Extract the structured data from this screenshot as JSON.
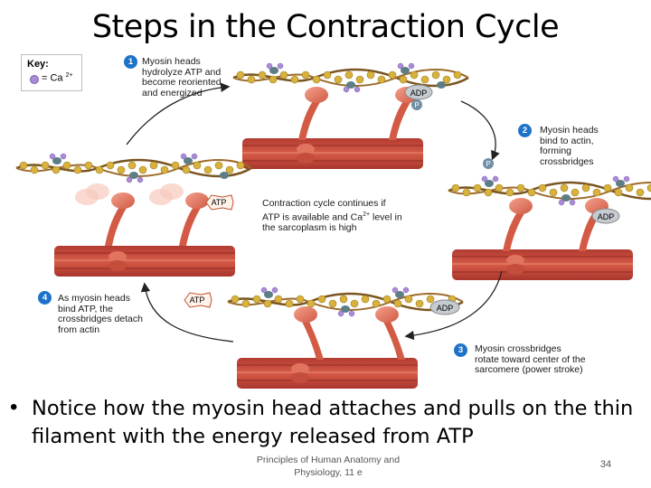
{
  "slide": {
    "title": "Steps in the Contraction Cycle",
    "bullet": "Notice how the myosin head attaches and pulls on the thin filament with the energy released from ATP",
    "footer_line1": "Principles of Human Anatomy and",
    "footer_line2": "Physiology, 11 e",
    "page_number": "34"
  },
  "key": {
    "title": "Key:",
    "item": "= Ca",
    "item_sup": "2+"
  },
  "steps": [
    {
      "number": "1",
      "lines": [
        "Myosin heads",
        "hydrolyze ATP and",
        "become reoriented",
        "and energized"
      ]
    },
    {
      "number": "2",
      "lines": [
        "Myosin heads",
        "bind to actin,",
        "forming",
        "crossbridges"
      ]
    },
    {
      "number": "3",
      "lines": [
        "Myosin crossbridges",
        "rotate toward center of the",
        "sarcomere (power stroke)"
      ]
    },
    {
      "number": "4",
      "lines": [
        "As myosin heads",
        "bind ATP, the",
        "crossbridges detach",
        "from actin"
      ]
    }
  ],
  "center_text": {
    "line1": "Contraction cycle continues if",
    "line2a": "ATP is available and Ca",
    "line2_sup": "2+",
    "line2b": " level in",
    "line3": "the sarcoplasm is high"
  },
  "molecule_labels": {
    "adp": "ADP",
    "atp": "ATP",
    "p": "P"
  },
  "colors": {
    "myosin": "#c8403a",
    "head": "#e8806a",
    "actin": "#d8b23c",
    "tropomyosin": "#7a5520",
    "troponin": "#5e7e86",
    "calcium": "#a98bd6",
    "atp_bubble": "#fff3ea",
    "adp_bubble": "#c6cbd2",
    "step_circle": "#1e73c9"
  }
}
